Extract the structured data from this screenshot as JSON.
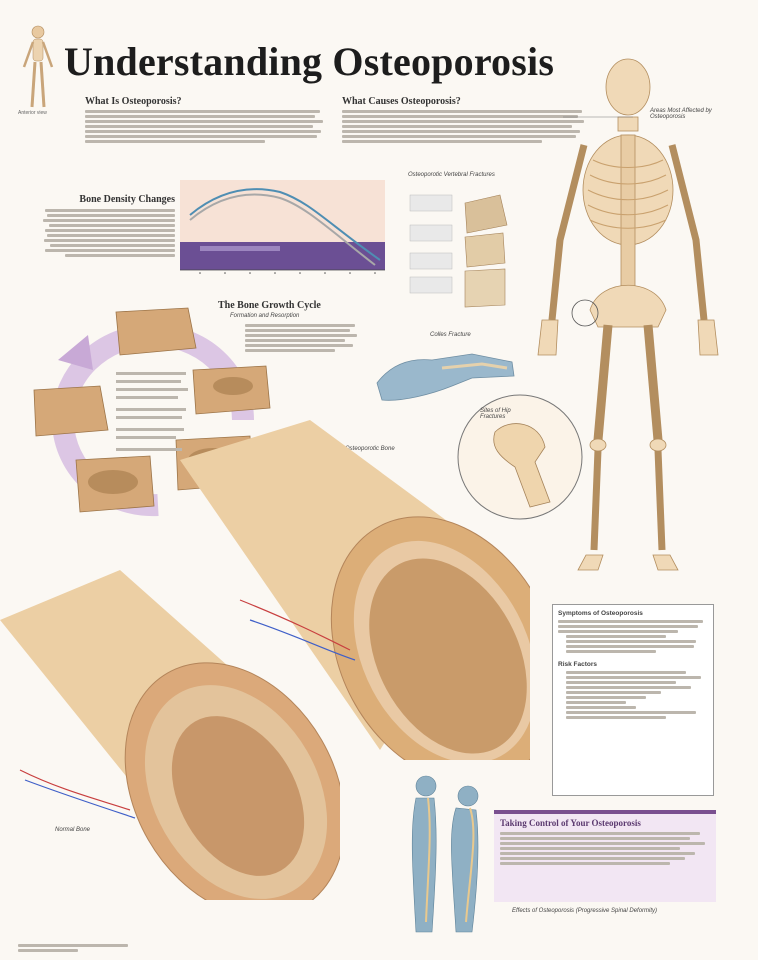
{
  "title": "Understanding Osteoporosis",
  "sections": {
    "what_is": "What Is Osteoporosis?",
    "what_causes": "What Causes Osteoporosis?",
    "bone_density": "Bone Density Changes",
    "growth_cycle": "The Bone Growth Cycle",
    "growth_cycle_sub": "Formation and Resorption",
    "vertebral": "Osteoporotic Vertebral Fractures",
    "colles": "Colles Fracture",
    "hip": "Sites of Hip Fractures",
    "areas": "Areas Most Affected by Osteoporosis",
    "osteoporotic_bone": "Osteoporotic Bone",
    "normal_bone": "Normal Bone",
    "symptoms": "Symptoms of Osteoporosis",
    "risk": "Risk Factors",
    "control": "Taking Control of Your Osteoporosis",
    "spine_caption": "Effects of Osteoporosis (Progressive Spinal Deformity)"
  }
}
